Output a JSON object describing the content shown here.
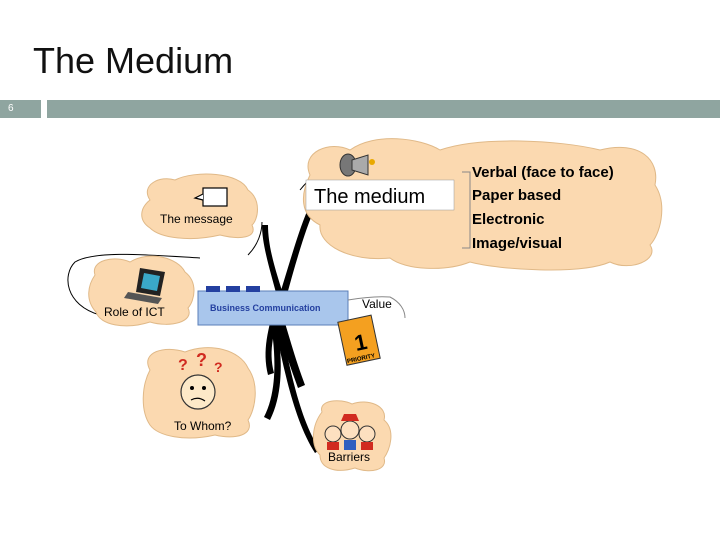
{
  "slide": {
    "title": "The Medium",
    "number": "6"
  },
  "mindmap": {
    "center": "Business Communication",
    "branches": {
      "medium": {
        "title": "The medium",
        "items": [
          "Verbal (face to face)",
          "Paper based",
          "Electronic",
          "Image/visual"
        ]
      },
      "message": "The message",
      "ict": "Role of ICT",
      "whom": "To Whom?",
      "value": "Value",
      "barriers": "Barriers"
    },
    "priority_badge": "PRIORITY"
  },
  "colors": {
    "header_bar": "#8fa5a0",
    "cloud_fill": "#fbd9b0",
    "center_box": "#a9c6ec",
    "center_text": "#2440a0"
  }
}
